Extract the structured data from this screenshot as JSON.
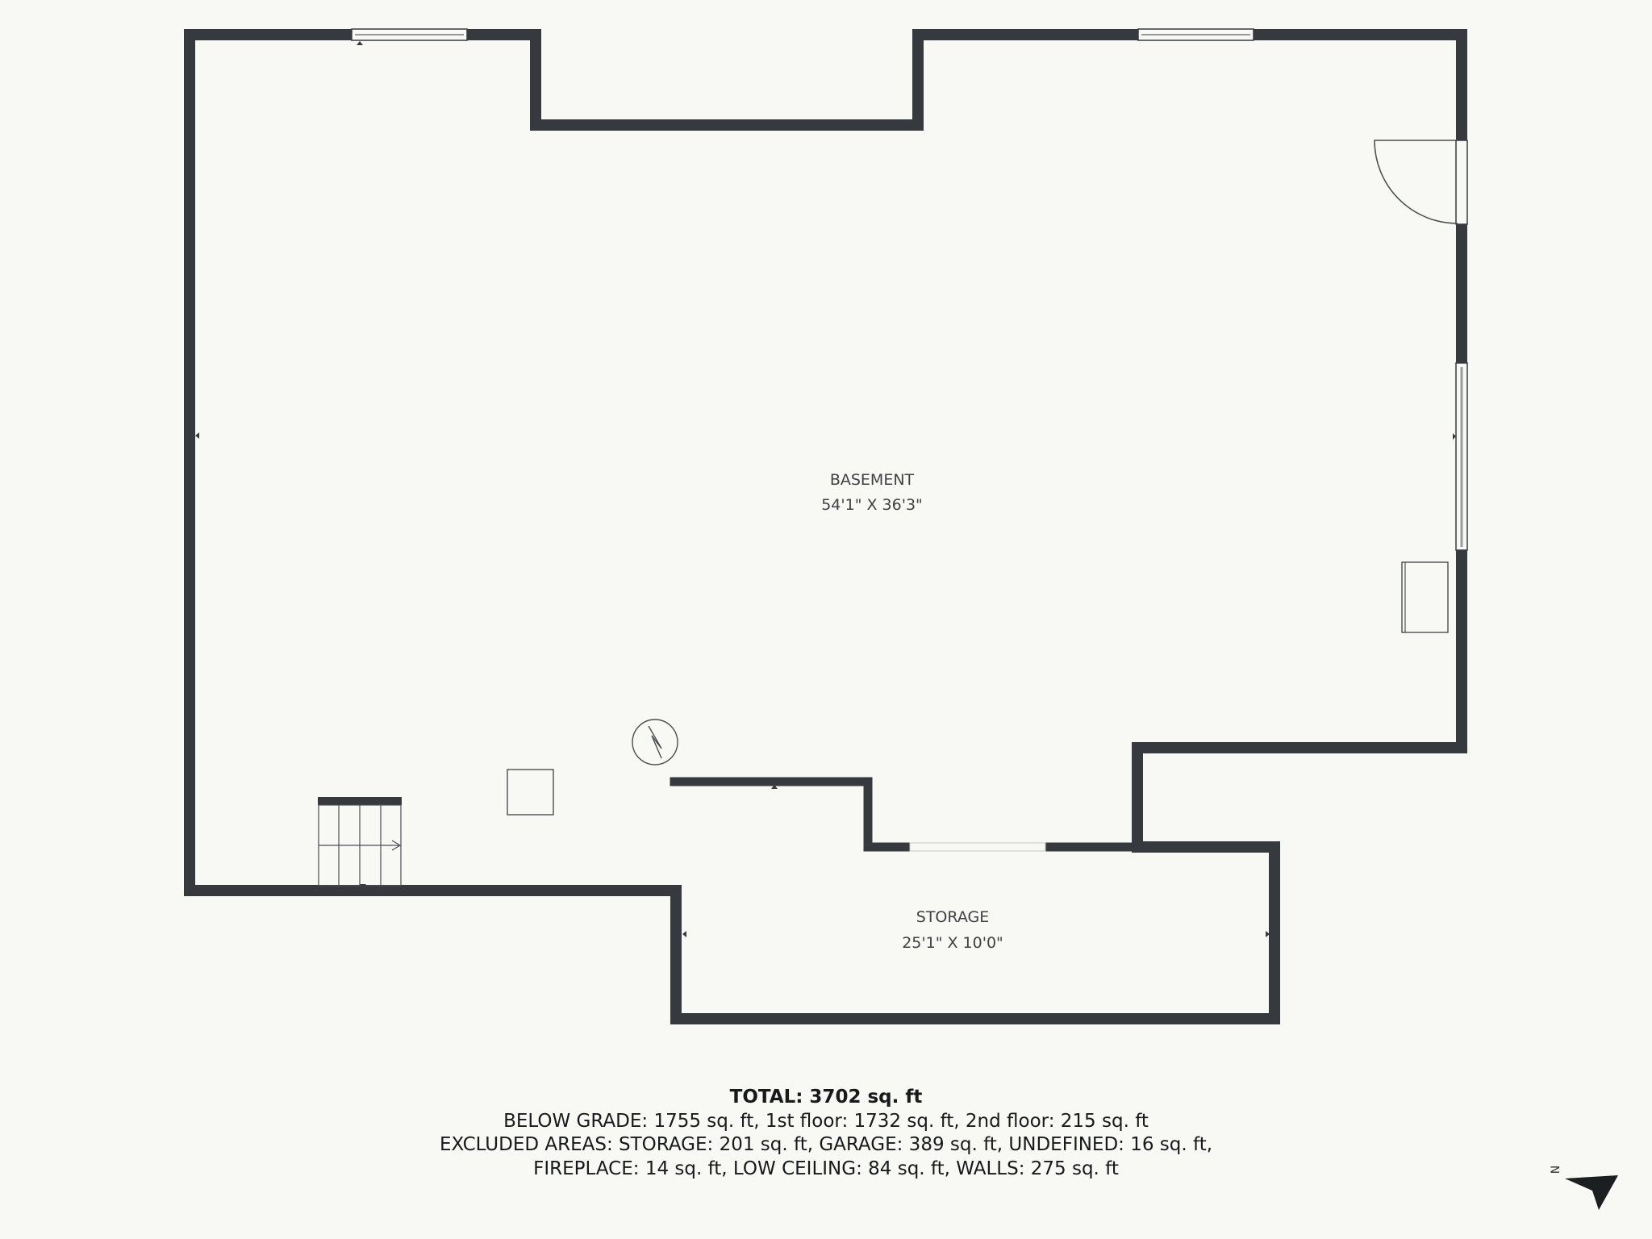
{
  "rooms": [
    {
      "name": "BASEMENT",
      "dimensions": "54'1\" X 36'3\""
    },
    {
      "name": "STORAGE",
      "dimensions": "25'1\" X 10'0\""
    }
  ],
  "summary": {
    "total": "TOTAL: 3702 sq. ft",
    "line1": "BELOW GRADE: 1755 sq. ft, 1st floor: 1732 sq. ft, 2nd floor: 215 sq. ft",
    "line2": "EXCLUDED AREAS: STORAGE: 201 sq. ft, GARAGE: 389 sq. ft, UNDEFINED: 16 sq. ft,",
    "line3": "FIREPLACE: 14 sq. ft, LOW CEILING: 84 sq. ft, WALLS: 275 sq. ft"
  },
  "compass": {
    "label": "N",
    "icon": "north-arrow-icon"
  },
  "colors": {
    "wall": "#363a3e",
    "background": "#f8f8f4",
    "fixture": "#4a4d50",
    "text": "#17191b"
  },
  "icons": [
    "window-icon",
    "door-swing-icon",
    "stairs-icon",
    "water-heater-icon",
    "support-column-icon",
    "furnace-icon",
    "north-arrow-icon"
  ]
}
